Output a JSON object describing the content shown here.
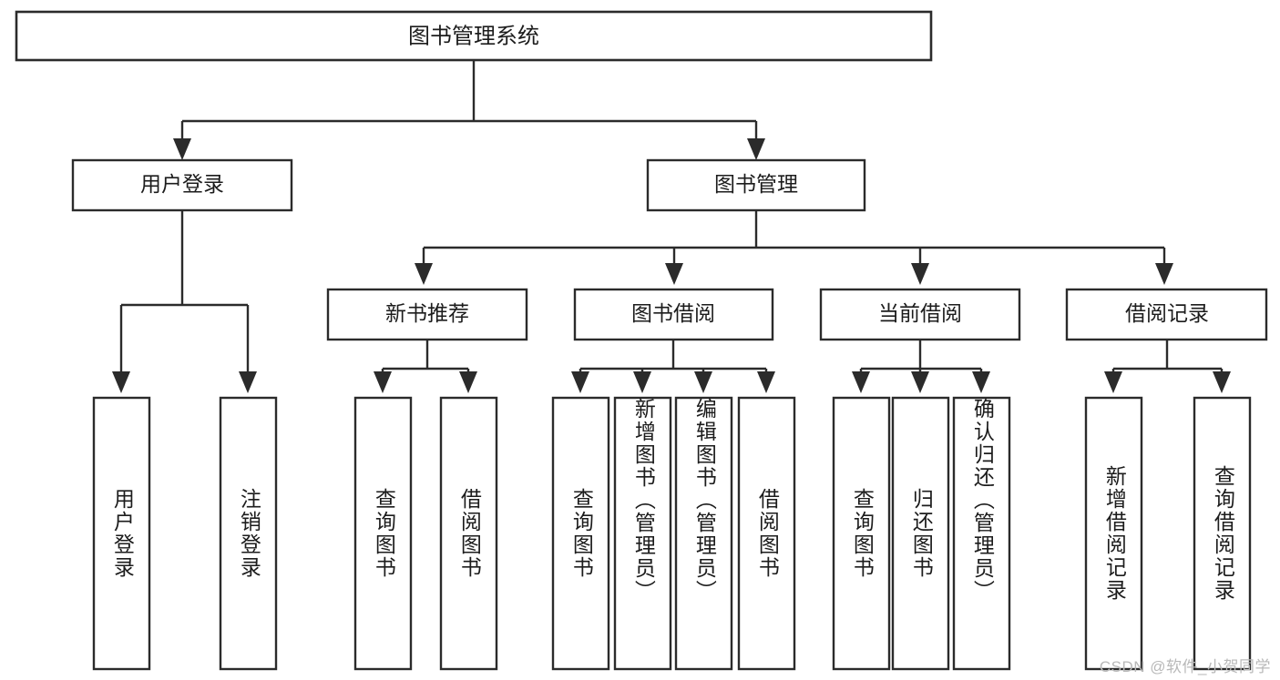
{
  "meta": {
    "title": "图书管理系统 功能结构图",
    "watermark": "CSDN @软件_小贺同学",
    "colors": {
      "background": "#ffffff",
      "stroke": "#2b2b2b",
      "text": "#1c1c1c",
      "watermark": "#b9b9b9"
    }
  },
  "chart_data": {
    "type": "diagram",
    "diagram_kind": "tree / functional structure chart",
    "root": "图书管理系统",
    "orientation": "top-down",
    "nodes": [
      {
        "id": "root",
        "label": "图书管理系统",
        "level": 0,
        "parent": null,
        "orientation": "horizontal"
      },
      {
        "id": "n-login",
        "label": "用户登录",
        "level": 1,
        "parent": "root",
        "orientation": "horizontal"
      },
      {
        "id": "n-bookmgr",
        "label": "图书管理",
        "level": 1,
        "parent": "root",
        "orientation": "horizontal"
      },
      {
        "id": "n-newbook",
        "label": "新书推荐",
        "level": 2,
        "parent": "n-bookmgr",
        "orientation": "horizontal"
      },
      {
        "id": "n-borrow",
        "label": "图书借阅",
        "level": 2,
        "parent": "n-bookmgr",
        "orientation": "horizontal"
      },
      {
        "id": "n-current",
        "label": "当前借阅",
        "level": 2,
        "parent": "n-bookmgr",
        "orientation": "horizontal"
      },
      {
        "id": "n-record",
        "label": "借阅记录",
        "level": 2,
        "parent": "n-bookmgr",
        "orientation": "horizontal"
      },
      {
        "id": "l-login-1",
        "label": "用户登录",
        "level": 2,
        "parent": "n-login",
        "orientation": "vertical"
      },
      {
        "id": "l-login-2",
        "label": "注销登录",
        "level": 2,
        "parent": "n-login",
        "orientation": "vertical"
      },
      {
        "id": "l-new-1",
        "label": "查询图书",
        "level": 3,
        "parent": "n-newbook",
        "orientation": "vertical"
      },
      {
        "id": "l-new-2",
        "label": "借阅图书",
        "level": 3,
        "parent": "n-newbook",
        "orientation": "vertical"
      },
      {
        "id": "l-bor-1",
        "label": "查询图书",
        "level": 3,
        "parent": "n-borrow",
        "orientation": "vertical"
      },
      {
        "id": "l-bor-2",
        "label": "新增图书（管理员）",
        "level": 3,
        "parent": "n-borrow",
        "orientation": "vertical"
      },
      {
        "id": "l-bor-3",
        "label": "编辑图书（管理员）",
        "level": 3,
        "parent": "n-borrow",
        "orientation": "vertical"
      },
      {
        "id": "l-bor-4",
        "label": "借阅图书",
        "level": 3,
        "parent": "n-borrow",
        "orientation": "vertical"
      },
      {
        "id": "l-cur-1",
        "label": "查询图书",
        "level": 3,
        "parent": "n-current",
        "orientation": "vertical"
      },
      {
        "id": "l-cur-2",
        "label": "归还图书",
        "level": 3,
        "parent": "n-current",
        "orientation": "vertical"
      },
      {
        "id": "l-cur-3",
        "label": "确认归还（管理员）",
        "level": 3,
        "parent": "n-current",
        "orientation": "vertical"
      },
      {
        "id": "l-rec-1",
        "label": "新增借阅记录",
        "level": 3,
        "parent": "n-record",
        "orientation": "vertical"
      },
      {
        "id": "l-rec-2",
        "label": "查询借阅记录",
        "level": 3,
        "parent": "n-record",
        "orientation": "vertical"
      }
    ],
    "edges": [
      {
        "from": "root",
        "to": "n-login"
      },
      {
        "from": "root",
        "to": "n-bookmgr"
      },
      {
        "from": "n-login",
        "to": "l-login-1"
      },
      {
        "from": "n-login",
        "to": "l-login-2"
      },
      {
        "from": "n-bookmgr",
        "to": "n-newbook"
      },
      {
        "from": "n-bookmgr",
        "to": "n-borrow"
      },
      {
        "from": "n-bookmgr",
        "to": "n-current"
      },
      {
        "from": "n-bookmgr",
        "to": "n-record"
      },
      {
        "from": "n-newbook",
        "to": "l-new-1"
      },
      {
        "from": "n-newbook",
        "to": "l-new-2"
      },
      {
        "from": "n-borrow",
        "to": "l-bor-1"
      },
      {
        "from": "n-borrow",
        "to": "l-bor-2"
      },
      {
        "from": "n-borrow",
        "to": "l-bor-3"
      },
      {
        "from": "n-borrow",
        "to": "l-bor-4"
      },
      {
        "from": "n-current",
        "to": "l-cur-1"
      },
      {
        "from": "n-current",
        "to": "l-cur-2"
      },
      {
        "from": "n-current",
        "to": "l-cur-3"
      },
      {
        "from": "n-record",
        "to": "l-rec-1"
      },
      {
        "from": "n-record",
        "to": "l-rec-2"
      }
    ]
  },
  "labels": {
    "root": "图书管理系统",
    "user_login": "用户登录",
    "book_manage": "图书管理",
    "new_book_rec": "新书推荐",
    "book_borrow": "图书借阅",
    "current_borrow": "当前借阅",
    "borrow_record": "借阅记录",
    "leaf_login_1": "用户登录",
    "leaf_login_2": "注销登录",
    "leaf_new_1": "查询图书",
    "leaf_new_2": "借阅图书",
    "leaf_borrow_1": "查询图书",
    "leaf_borrow_2": "新增图书（管理员）",
    "leaf_borrow_3": "编辑图书（管理员）",
    "leaf_borrow_4": "借阅图书",
    "leaf_current_1": "查询图书",
    "leaf_current_2": "归还图书",
    "leaf_current_3": "确认归还（管理员）",
    "leaf_record_1": "新增借阅记录",
    "leaf_record_2": "查询借阅记录"
  }
}
